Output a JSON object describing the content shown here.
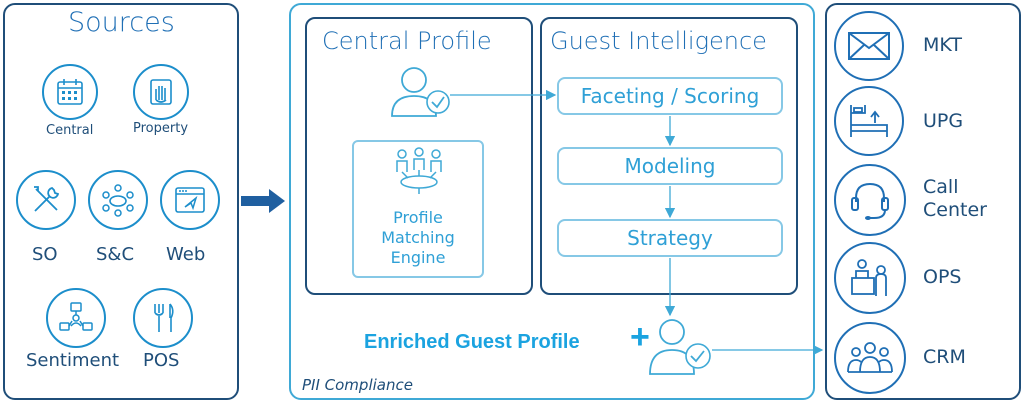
{
  "sources": {
    "title": "Sources",
    "items": [
      {
        "label": "Central",
        "icon": "calendar-icon"
      },
      {
        "label": "Property",
        "icon": "hand-card-icon"
      },
      {
        "label": "SO",
        "icon": "tools-icon"
      },
      {
        "label": "S&C",
        "icon": "meeting-icon"
      },
      {
        "label": "Web",
        "icon": "browser-icon"
      },
      {
        "label": "Sentiment",
        "icon": "social-network-icon"
      },
      {
        "label": "POS",
        "icon": "fork-knife-icon"
      }
    ]
  },
  "central_profile": {
    "title": "Central Profile",
    "engine": {
      "line1": "Profile",
      "line2": "Matching",
      "line3": "Engine"
    }
  },
  "guest_intelligence": {
    "title": "Guest Intelligence",
    "steps": [
      "Faceting / Scoring",
      "Modeling",
      "Strategy"
    ]
  },
  "enriched": {
    "label": "Enriched Guest Profile",
    "plus": "+"
  },
  "compliance": {
    "label": "PII Compliance"
  },
  "outputs": [
    {
      "label": "MKT",
      "icon": "envelope-icon"
    },
    {
      "label": "UPG",
      "icon": "bed-upgrade-icon"
    },
    {
      "label": "Call Center",
      "line1": "Call",
      "line2": "Center",
      "icon": "headset-icon"
    },
    {
      "label": "OPS",
      "icon": "front-desk-icon"
    },
    {
      "label": "CRM",
      "icon": "people-group-icon"
    }
  ],
  "colors": {
    "dark": "#1f4e79",
    "accent": "#1c8ecb",
    "light": "#3fa9d6",
    "step_text": "#2fa0d6",
    "enriched": "#1ba3e0"
  }
}
